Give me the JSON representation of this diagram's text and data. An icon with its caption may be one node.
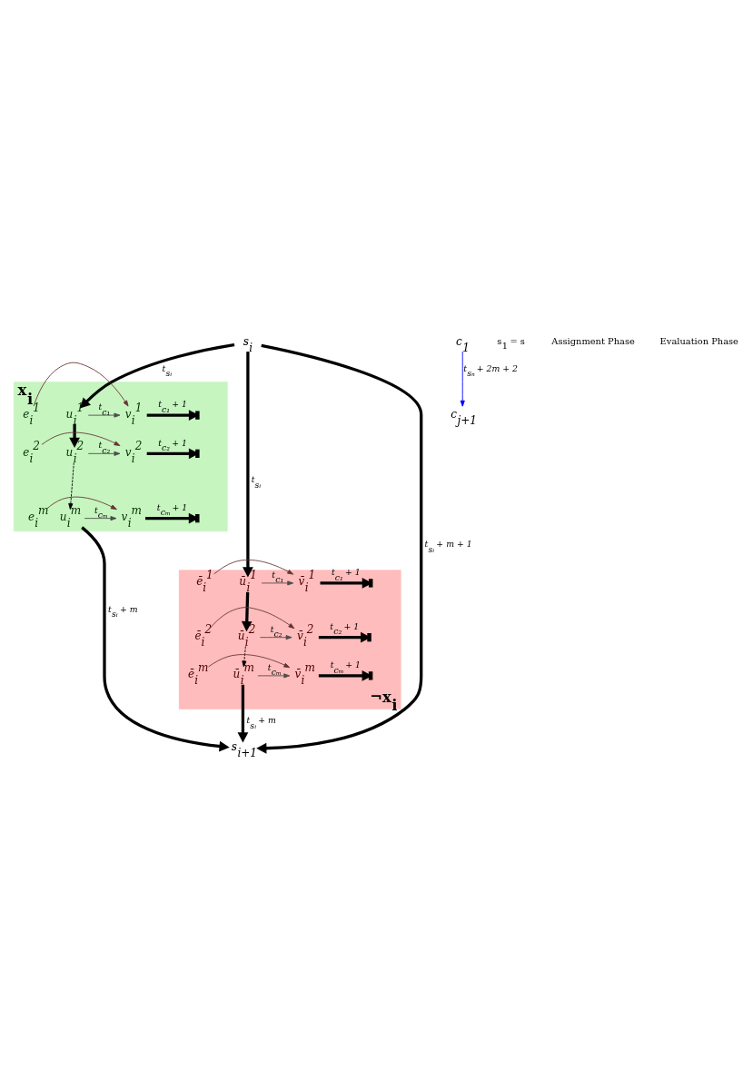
{
  "diagram": {
    "nodes": [
      {
        "text": [
          "s$_{i}$"
        ]
      },
      {
        "text": [
          "x$_{i}$"
        ]
      },
      {
        "text": [
          "u$_{i}$$^{1}$"
        ],
        "in": 1
      },
      {
        "text": [
          "u$_{i}$$^{2}$"
        ],
        "in": 1
      },
      {
        "text": [
          "u$_{i}$$^{m}$"
        ],
        "in": 1
      },
      {
        "text": [
          "e$_{i}$$^{1}$"
        ],
        "in": 1
      },
      {
        "text": [
          "e$_{i}$$^{2}$"
        ],
        "in": 1
      },
      {
        "text": [
          "e$_{i}$$^{m}$"
        ],
        "in": 1
      },
      {
        "text": [
          "v$_{i}$$^{1}$"
        ],
        "in": 1
      },
      {
        "text": [
          "v$_{i}$$^{2}$"
        ],
        "in": 1
      },
      {
        "text": [
          "v$_{i}$$^{m}$"
        ],
        "in": 1
      },
      {
        "text": [
          "c$_{1}$"
        ]
      },
      {
        "text": [
          "c$_{j+1}$"
        ]
      },
      {
        "text": [
          "¬x$_{i}$"
        ]
      },
      {
        "text": [
          "ū$_{i}$$^{1}$"
        ],
        "in": 13
      },
      {
        "text": [
          "ū$_{i}$$^{2}$"
        ],
        "in": 13
      },
      {
        "text": [
          "ū$_{i}$$^{m}$"
        ],
        "in": 13
      },
      {
        "text": [
          "ē$_{i}$$^{1}$"
        ],
        "in": 13
      },
      {
        "text": [
          "ē$_{i}$$^{2}$"
        ],
        "in": 13
      },
      {
        "text": [
          "ē$_{i}$$^{m}$"
        ],
        "in": 13
      },
      {
        "text": [
          "v̄$_{i}$$^{1}$"
        ],
        "in": 13
      },
      {
        "text": [
          "v̄$_{i}$$^{2}$"
        ],
        "in": 13
      },
      {
        "text": [
          "v̄$_{i}$$^{m}$"
        ],
        "in": 13
      },
      {
        "text": [
          "s$_{i+1}$"
        ]
      }
    ],
    "edges": [
      {
        "from": 0,
        "to": 2,
        "arrow": "to",
        "label": "t$_{sᵢ}$",
        "style": "thick"
      },
      {
        "from": 2,
        "to": 3,
        "arrow": "to",
        "style": "thick"
      },
      {
        "from": 3,
        "to": 4,
        "arrow": "to",
        "style": "dashed"
      },
      {
        "from": 4,
        "to": 23,
        "arrow": "to",
        "label": "t$_{sᵢ}$ + m",
        "style": "thick"
      },
      {
        "from": 0,
        "to": 14,
        "arrow": "to",
        "label": "t$_{sᵢ}$",
        "style": "thick"
      },
      {
        "from": 14,
        "to": 15,
        "arrow": "to",
        "style": "thick"
      },
      {
        "from": 15,
        "to": 16,
        "arrow": "to",
        "style": "dashed"
      },
      {
        "from": 16,
        "to": 23,
        "arrow": "to",
        "label": "t$_{sᵢ}$ + m",
        "style": "thick"
      },
      {
        "from": 0,
        "to": 23,
        "arrow": "to",
        "label": "t$_{sᵢ}$ + m + 1",
        "style": "thick"
      },
      {
        "from": 2,
        "to": 8,
        "arrow": "to",
        "label": "t$_{c₁}$",
        "color": "#4d4d4d"
      },
      {
        "from": 3,
        "to": 9,
        "arrow": "to",
        "label": "t$_{c₂}$",
        "color": "#4d4d4d"
      },
      {
        "from": 4,
        "to": 10,
        "arrow": "to",
        "label": "t$_{cₘ}$",
        "color": "#4d4d4d"
      },
      {
        "from": 5,
        "to": 8,
        "arrow": "to",
        "color": "#663333"
      },
      {
        "from": 6,
        "to": 9,
        "arrow": "to",
        "color": "#663333"
      },
      {
        "from": 7,
        "to": 10,
        "arrow": "to",
        "color": "#663333"
      },
      {
        "from": 8,
        "to": null,
        "arrow": "to",
        "label": "t$_{c₁}$ + 1",
        "style": "thick"
      },
      {
        "from": 9,
        "to": null,
        "arrow": "to",
        "label": "t$_{c₂}$ + 1",
        "style": "thick"
      },
      {
        "from": 10,
        "to": null,
        "arrow": "to",
        "label": "t$_{cₘ}$ + 1",
        "style": "thick"
      },
      {
        "from": 14,
        "to": 20,
        "arrow": "to",
        "label": "t$_{c₁}$",
        "color": "#4d4d4d"
      },
      {
        "from": 15,
        "to": 21,
        "arrow": "to",
        "label": "t$_{c₂}$",
        "color": "#4d4d4d"
      },
      {
        "from": 16,
        "to": 22,
        "arrow": "to",
        "label": "t$_{cₘ}$",
        "color": "#4d4d4d"
      },
      {
        "from": 17,
        "to": 20,
        "arrow": "to",
        "color": "#663333"
      },
      {
        "from": 18,
        "to": 21,
        "arrow": "to",
        "color": "#663333"
      },
      {
        "from": 19,
        "to": 22,
        "arrow": "to",
        "color": "#663333"
      },
      {
        "from": 20,
        "to": null,
        "arrow": "to",
        "label": "t$_{c₁}$ + 1",
        "style": "thick"
      },
      {
        "from": 21,
        "to": null,
        "arrow": "to",
        "label": "t$_{c₂}$ + 1",
        "style": "thick"
      },
      {
        "from": 22,
        "to": null,
        "arrow": "to",
        "label": "t$_{cₘ}$ + 1",
        "style": "thick"
      },
      {
        "from": 11,
        "to": 12,
        "arrow": "to",
        "label": "t$_{sₙ}$ + 2m + 2",
        "color": "#0000ff"
      }
    ],
    "labels": [
      "s$_{1}$ = s",
      "Assignment Phase",
      "Evaluation Phase"
    ]
  }
}
